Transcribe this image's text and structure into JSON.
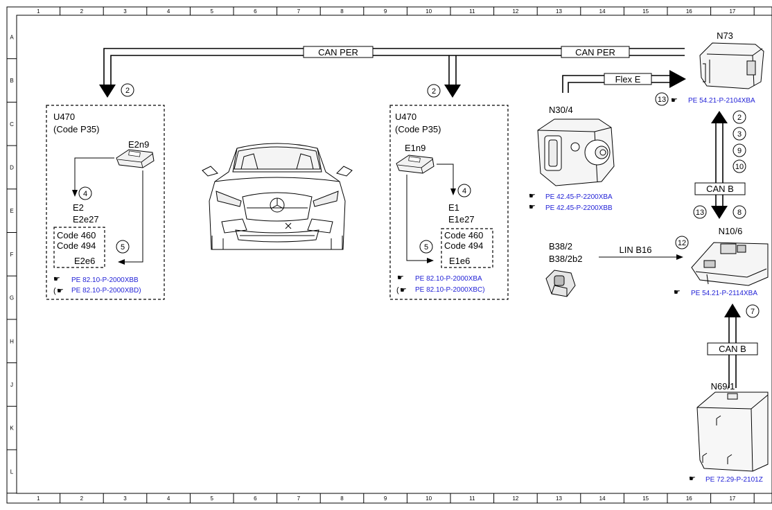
{
  "grid": {
    "columns": [
      "1",
      "2",
      "3",
      "4",
      "5",
      "6",
      "7",
      "8",
      "9",
      "10",
      "11",
      "12",
      "13",
      "14",
      "15",
      "16",
      "17"
    ],
    "rows": [
      "A",
      "B",
      "C",
      "D",
      "E",
      "F",
      "G",
      "H",
      "J",
      "K",
      "L"
    ]
  },
  "buses": {
    "can_per_left": "CAN PER",
    "can_per_right": "CAN PER",
    "flex_e": "Flex E",
    "can_b_upper": "CAN B",
    "can_b_lower": "CAN B",
    "lin_b16": "LIN B16"
  },
  "left_unit": {
    "title": "U470",
    "code": "(Code P35)",
    "module": "E2n9",
    "light": "E2",
    "lamp": "E2e27",
    "code_box": [
      "Code 460",
      "Code 494"
    ],
    "lamp_box": "E2e6",
    "refs": [
      "PE 82.10-P-2000XBB",
      "PE 82.10-P-2000XBD)"
    ],
    "ref_paren": "("
  },
  "right_unit": {
    "title": "U470",
    "code": "(Code P35)",
    "module": "E1n9",
    "light": "E1",
    "lamp": "E1e27",
    "code_box": [
      "Code 460",
      "Code 494"
    ],
    "lamp_box": "E1e6",
    "refs": [
      "PE 82.10-P-2000XBA",
      "PE 82.10-P-2000XBC)"
    ],
    "ref_paren": "("
  },
  "components": {
    "n73": {
      "label": "N73",
      "ref": "PE 54.21-P-2104XBA"
    },
    "n30_4": {
      "label": "N30/4",
      "refs": [
        "PE 42.45-P-2200XBA",
        "PE 42.45-P-2200XBB"
      ]
    },
    "b38_2": {
      "label": [
        "B38/2",
        "B38/2b2"
      ]
    },
    "n10_6": {
      "label": "N10/6",
      "ref": "PE 54.21-P-2114XBA"
    },
    "n69_1": {
      "label": "N69/1",
      "ref": "PE 72.29-P-2101Z"
    }
  },
  "callouts": {
    "left_top": "2",
    "left_mid": "4",
    "left_low": "5",
    "right_top": "2",
    "right_mid": "4",
    "right_low": "5",
    "n73_13": "13",
    "stack": [
      "2",
      "3",
      "9",
      "10"
    ],
    "can_b_13": "13",
    "can_b_8": "8",
    "lin_12": "12",
    "n69_7": "7"
  },
  "colors": {
    "line": "#000000",
    "link": "#1f1fd6"
  },
  "icons": [
    "hand-pointer-icon"
  ]
}
